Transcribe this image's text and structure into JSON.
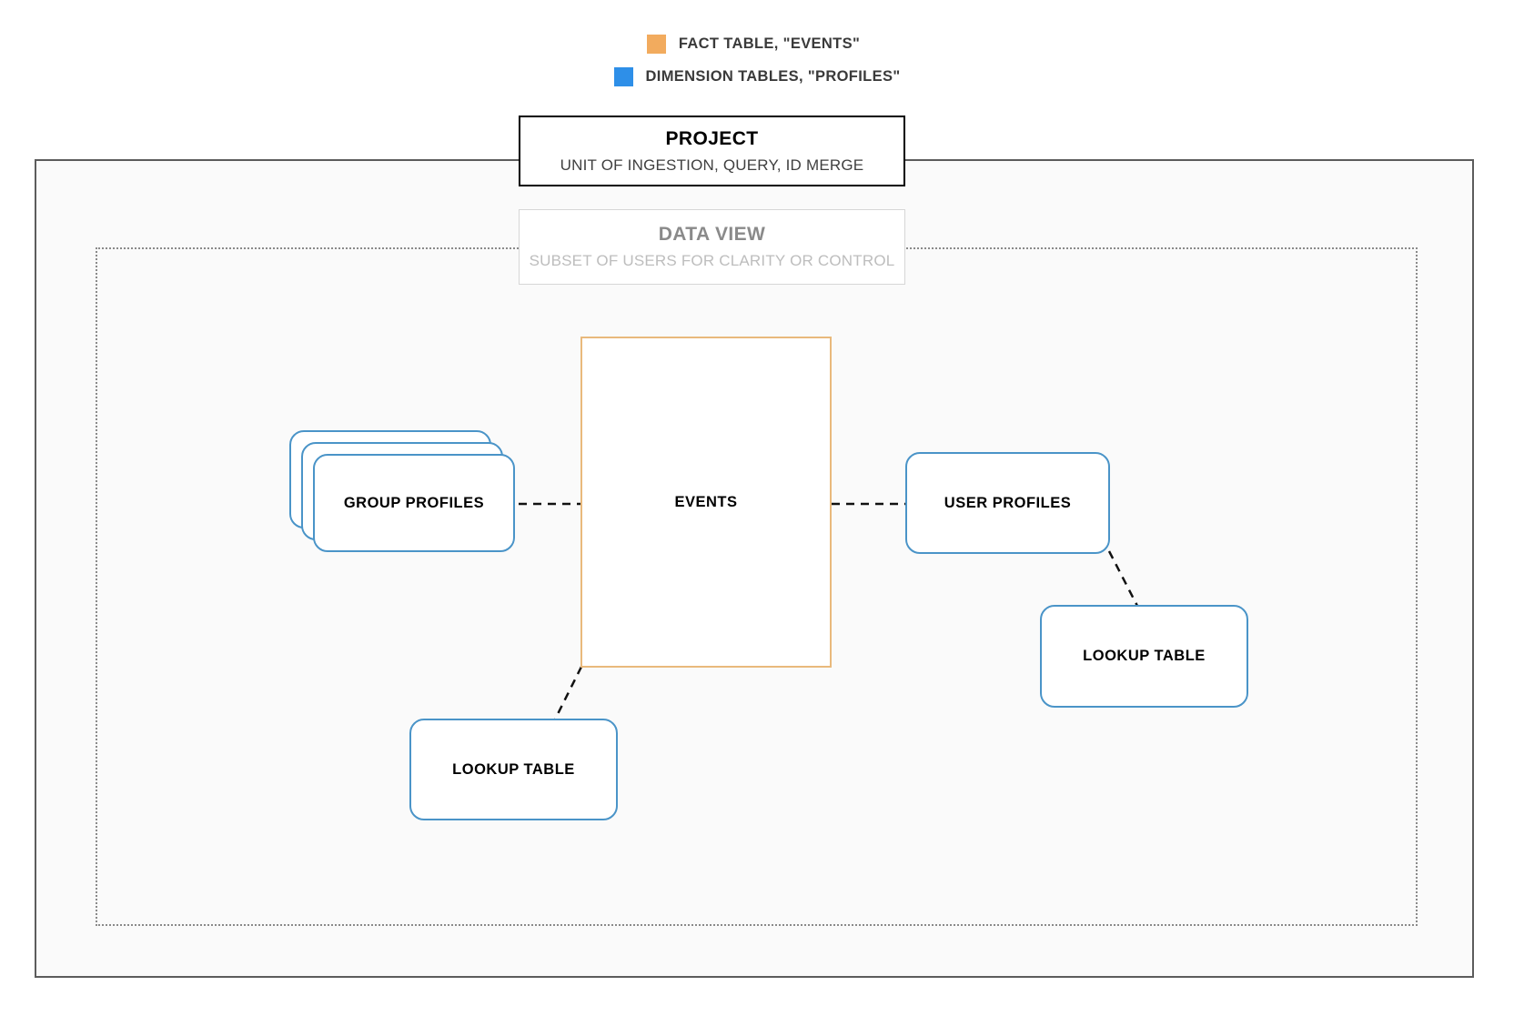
{
  "legend": {
    "items": [
      {
        "swatch_color": "#f2ab5e",
        "label": "FACT TABLE, \"EVENTS\"",
        "icon": "square-swatch-icon"
      },
      {
        "swatch_color": "#2e8fe8",
        "label": "DIMENSION TABLES, \"PROFILES\"",
        "icon": "square-swatch-icon"
      }
    ]
  },
  "project": {
    "title": "PROJECT",
    "subtitle": "UNIT OF INGESTION, QUERY, ID MERGE",
    "border_color": "#000000"
  },
  "data_view": {
    "title": "DATA VIEW",
    "subtitle": "SUBSET OF USERS FOR CLARITY OR CONTROL",
    "border_color": "#d6d6d6"
  },
  "nodes": {
    "events": {
      "label": "EVENTS",
      "type": "fact",
      "color": "#e9b97c"
    },
    "group_profiles": {
      "label": "GROUP PROFILES",
      "type": "dimension",
      "color": "#4a94c8",
      "stacked": 3
    },
    "user_profiles": {
      "label": "USER PROFILES",
      "type": "dimension",
      "color": "#4a94c8"
    },
    "lookup_table_left": {
      "label": "LOOKUP TABLE",
      "type": "dimension",
      "color": "#4a94c8"
    },
    "lookup_table_right": {
      "label": "LOOKUP TABLE",
      "type": "dimension",
      "color": "#4a94c8"
    }
  },
  "connectors": [
    {
      "from": "group_profiles",
      "to": "events",
      "style": "dashed"
    },
    {
      "from": "events",
      "to": "user_profiles",
      "style": "dashed"
    },
    {
      "from": "events",
      "to": "lookup_table_left",
      "style": "dashed"
    },
    {
      "from": "user_profiles",
      "to": "lookup_table_right",
      "style": "dashed"
    }
  ]
}
